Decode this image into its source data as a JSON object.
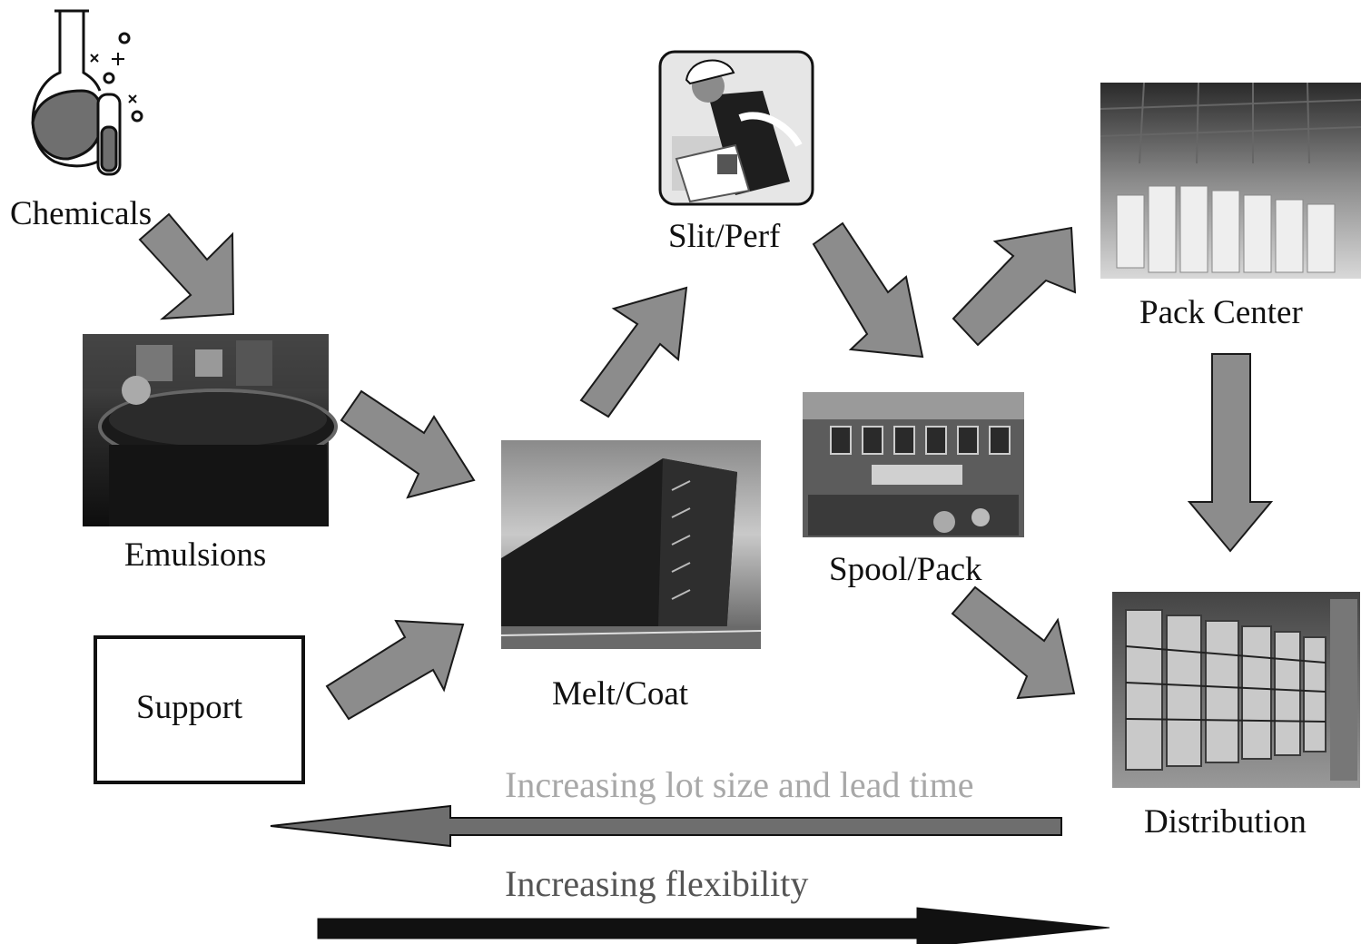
{
  "nodes": {
    "chemicals": {
      "label": "Chemicals",
      "icon": "flask-icon"
    },
    "emulsions": {
      "label": "Emulsions",
      "image": "emulsions-factory-photo"
    },
    "support": {
      "label": "Support"
    },
    "melt_coat": {
      "label": "Melt/Coat",
      "image": "coating-building-photo"
    },
    "slit_perf": {
      "label": "Slit/Perf",
      "icon": "worker-icon"
    },
    "spool_pack": {
      "label": "Spool/Pack",
      "image": "spool-machinery-photo"
    },
    "pack_center": {
      "label": "Pack Center",
      "image": "pack-center-warehouse-photo"
    },
    "distribution": {
      "label": "Distribution",
      "image": "distribution-warehouse-photo"
    }
  },
  "footer": {
    "left_arrow_label": "Increasing lot size and lead time",
    "right_arrow_label": "Increasing flexibility"
  },
  "colors": {
    "flow_arrow_fill": "#8c8c8c",
    "flow_arrow_stroke": "#1a1a1a",
    "lot_size_text": "#a8a8a8",
    "flexibility_text": "#555555",
    "left_arrow_fill": "#6e6e6e"
  }
}
